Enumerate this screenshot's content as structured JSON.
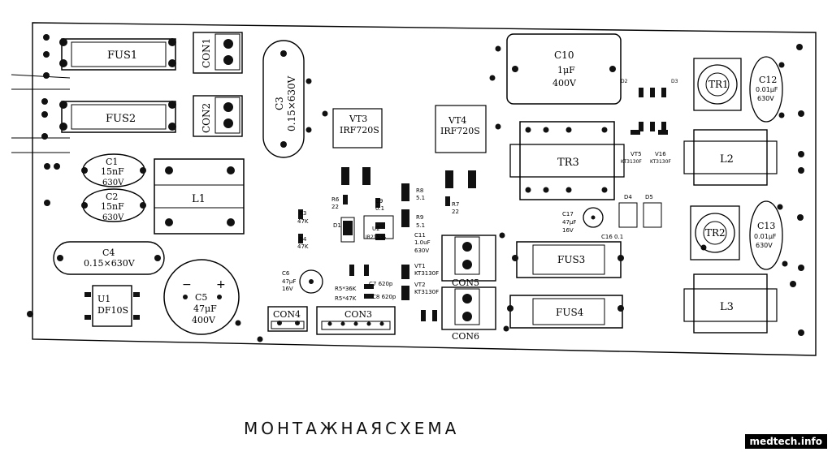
{
  "caption": "МОНТАЖНАЯСХЕМА",
  "watermark": "medtech.info",
  "labels": {
    "fus1": "FUS1",
    "fus2": "FUS2",
    "fus3": "FUS3",
    "fus4": "FUS4",
    "con1": "CON1",
    "con2": "CON2",
    "con3": "CON3",
    "con4": "CON4",
    "con5": "CON5",
    "con6": "CON6",
    "c1_name": "C1",
    "c1_val": "15nF",
    "c1_v": "630V",
    "c2_name": "C2",
    "c2_val": "15nF",
    "c2_v": "630V",
    "c3_name": "C3",
    "c3_val": "0.15×630V",
    "c4_name": "C4",
    "c4_val": "0.15×630V",
    "c5_name": "C5",
    "c5_val": "47μF",
    "c5_v": "400V",
    "c5_minus": "−",
    "c5_plus": "+",
    "c6_name": "C6",
    "c6_val": "47μF",
    "c6_v": "16V",
    "c10_name": "C10",
    "c10_val": "1μF",
    "c10_v": "400V",
    "c11_name": "C11",
    "c11_val": "1.0uF",
    "c11_v": "630V",
    "c12_name": "C12",
    "c12_val": "0.01μF",
    "c12_v": "630V",
    "c13_name": "C13",
    "c13_val": "0.01μF",
    "c13_v": "630V",
    "c16": "C16 0.1",
    "c17_name": "C17",
    "c17_val": "47μF",
    "c17_v": "16V",
    "c7": "C7 620p",
    "c8": "C8 620p",
    "c9": "C9",
    "c9_val": "0.1",
    "l1": "L1",
    "l2": "L2",
    "l3": "L3",
    "u1_name": "U1",
    "u1_val": "DF10S",
    "u2_name": "U2",
    "u2_val": "IR2153S",
    "vt3_name": "VT3",
    "vt3_val": "IRF720S",
    "vt4_name": "VT4",
    "vt4_val": "IRF720S",
    "vt1": "VT1",
    "vt1_val": "KT3130F",
    "vt2": "VT2",
    "vt2_val": "KT3130F",
    "vt5": "VT5",
    "vt5_val": "KT3130F",
    "vt6": "V16",
    "vt6_val": "KT3130F",
    "tr1": "TR1",
    "tr2": "TR2",
    "tr3": "TR3",
    "r3": "R3",
    "r3_val": "47K",
    "r4": "R4",
    "r4_val": "47K",
    "r5": "R5*36K",
    "r5b": "R5*47K",
    "r6": "R6",
    "r6_val": "22",
    "r7": "R7",
    "r7_val": "22",
    "r8": "R8",
    "r8_val": "5.1",
    "r9": "R9",
    "r9_val": "5.1",
    "d1": "D1",
    "d2": "D2",
    "d3": "D3",
    "d4": "D4",
    "d5": "D5"
  }
}
